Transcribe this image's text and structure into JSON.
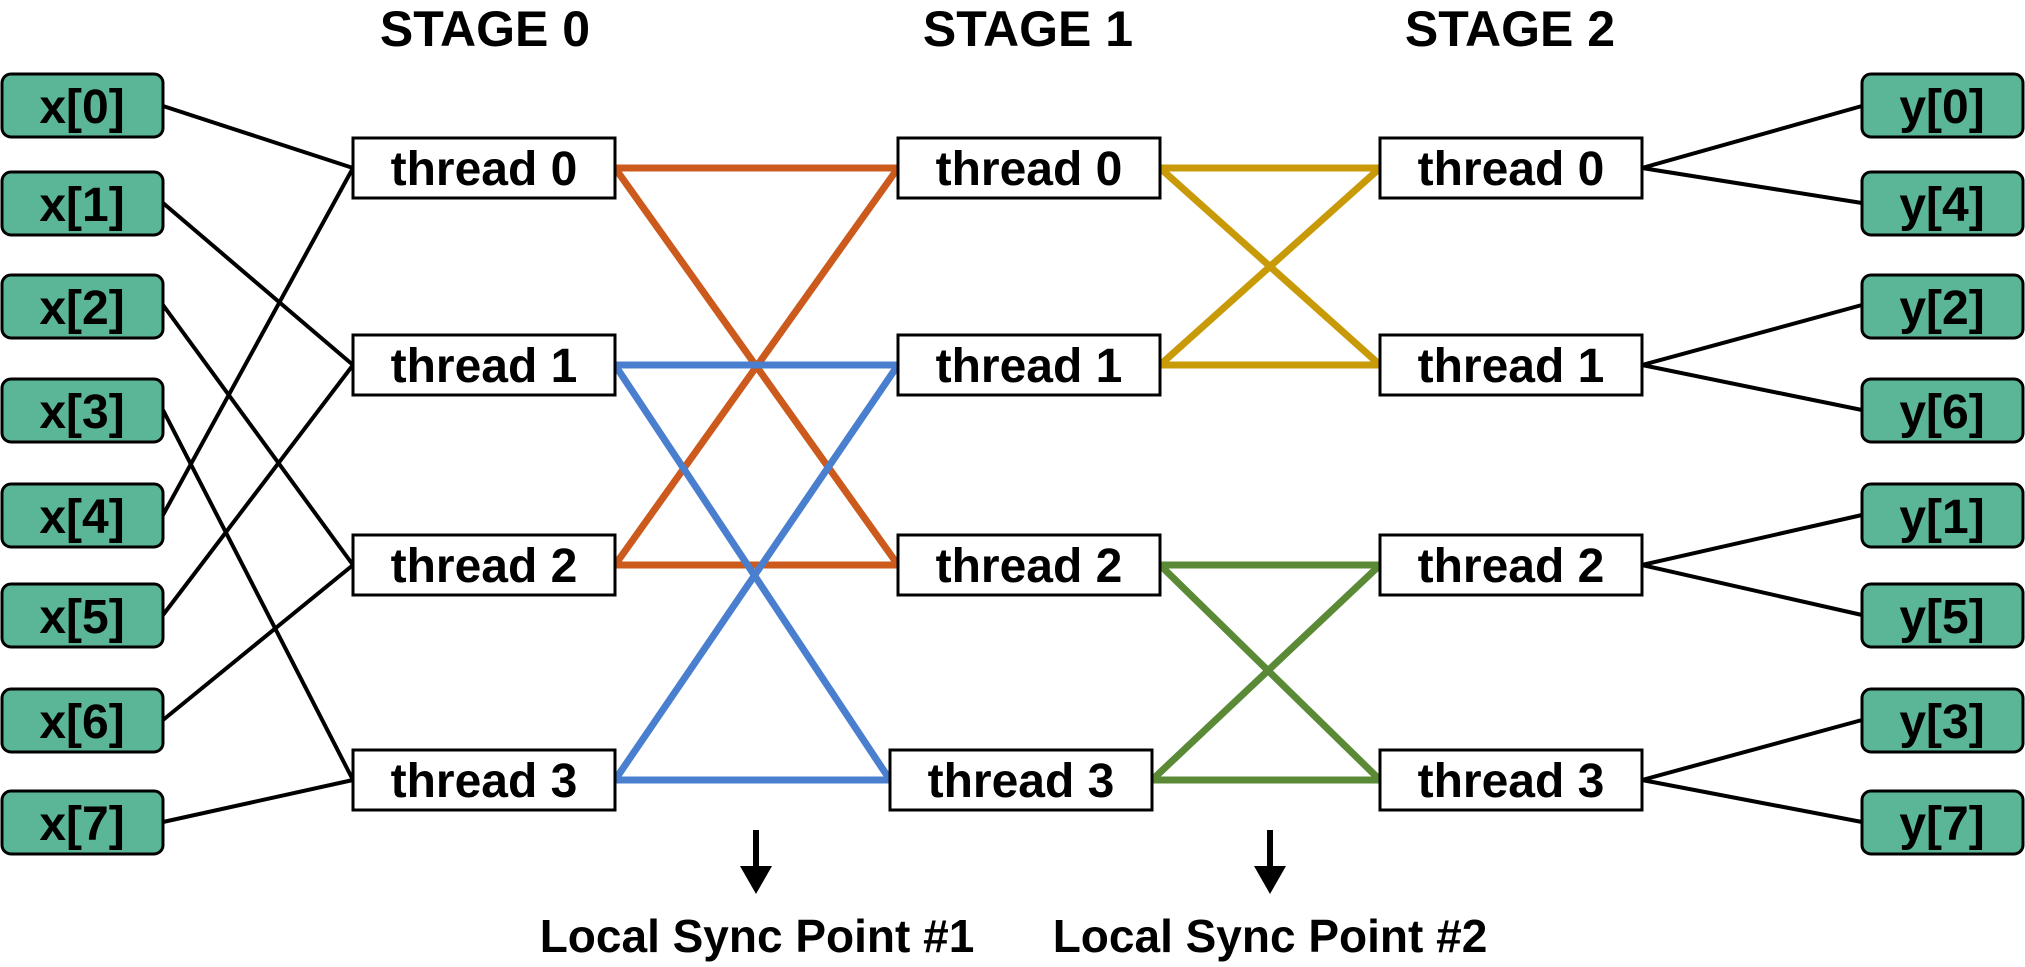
{
  "stages": [
    "STAGE 0",
    "STAGE 1",
    "STAGE 2"
  ],
  "inputs": [
    "x[0]",
    "x[1]",
    "x[2]",
    "x[3]",
    "x[4]",
    "x[5]",
    "x[6]",
    "x[7]"
  ],
  "outputs": [
    "y[0]",
    "y[4]",
    "y[2]",
    "y[6]",
    "y[1]",
    "y[5]",
    "y[3]",
    "y[7]"
  ],
  "threads": [
    "thread 0",
    "thread 1",
    "thread 2",
    "thread 3"
  ],
  "sync_points": [
    "Local Sync Point #1",
    "Local Sync Point #2"
  ],
  "input_to_thread": [
    0,
    1,
    2,
    3,
    0,
    1,
    2,
    3
  ],
  "output_from_thread": [
    0,
    0,
    1,
    1,
    2,
    2,
    3,
    3
  ],
  "colors": {
    "io_fill": "#5bb597",
    "orange": "#cc5a1c",
    "blue": "#4a7fd0",
    "gold": "#c99a07",
    "green": "#5a8a36",
    "black": "#000000"
  }
}
